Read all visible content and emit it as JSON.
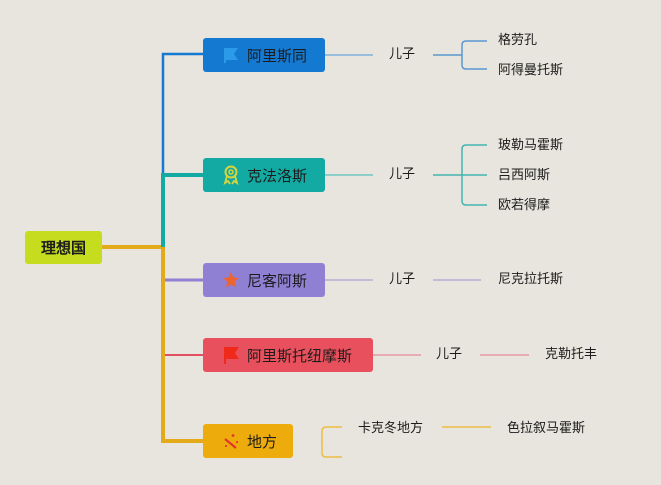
{
  "root": {
    "label": "理想国",
    "color": "#c5dc1f"
  },
  "branches": [
    {
      "label": "阿里斯同",
      "icon": "flag-icon",
      "color": "#1479d1",
      "relation": "儿子",
      "children": [
        "格劳孔",
        "阿得曼托斯"
      ]
    },
    {
      "label": "克法洛斯",
      "icon": "award-ribbon-icon",
      "color": "#13aaa4",
      "relation": "儿子",
      "children": [
        "玻勒马霍斯",
        "吕西阿斯",
        "欧若得摩"
      ]
    },
    {
      "label": "尼客阿斯",
      "icon": "star-icon",
      "color": "#8f80d3",
      "relation": "儿子",
      "children": [
        "尼克拉托斯"
      ]
    },
    {
      "label": "阿里斯托纽摩斯",
      "icon": "red-flag-icon",
      "color": "#e8505d",
      "relation": "儿子",
      "children": [
        "克勒托丰"
      ]
    },
    {
      "label": "地方",
      "icon": "magic-wand-icon",
      "color": "#eeac0c",
      "places": [
        {
          "label": "卡克冬地方",
          "child": "色拉叙马霍斯"
        },
        {
          "label": ""
        }
      ]
    }
  ]
}
